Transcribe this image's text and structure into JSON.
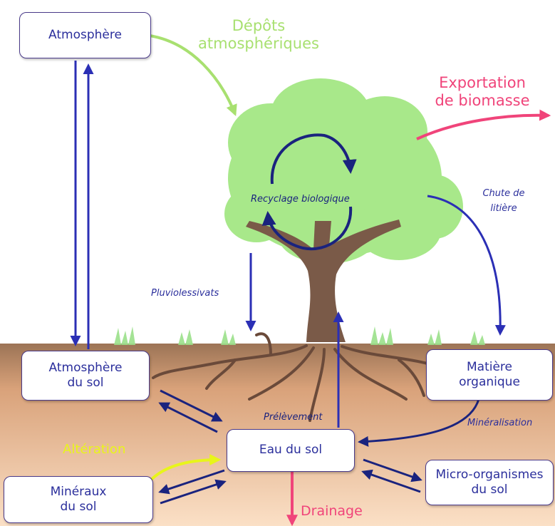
{
  "boxes": {
    "atmosphere": "Atmosphère",
    "atmosphere_sol_line1": "Atmosphère",
    "atmosphere_sol_line2": "du sol",
    "matiere_line1": "Matière",
    "matiere_line2": "organique",
    "eau_du_sol": "Eau du sol",
    "mineraux_line1": "Minéraux",
    "mineraux_line2": "du sol",
    "micro_line1": "Micro-organismes",
    "micro_line2": "du sol"
  },
  "labels": {
    "depots_line1": "Dépôts",
    "depots_line2": "atmosphériques",
    "exportation_line1": "Exportation",
    "exportation_line2": "de biomasse",
    "recyclage": "Recyclage biologique",
    "chute_line1": "Chute de",
    "chute_line2": "litière",
    "pluviolessivats": "Pluviolessivats",
    "prelevement": "Prélèvement",
    "mineralisation": "Minéralisation",
    "alteration": "Altération",
    "drainage": "Drainage"
  },
  "colors": {
    "arrow_blue": "#2b2fb5",
    "arrow_navy": "#1a237e",
    "depots_green": "#a8e070",
    "export_pink": "#f0447a",
    "alteration_yellow": "#e8f51a",
    "soil_top": "#a0785a",
    "soil_bottom": "#f8dcc0",
    "leaf_green": "#a8e88a",
    "trunk_brown": "#7a5a48"
  }
}
